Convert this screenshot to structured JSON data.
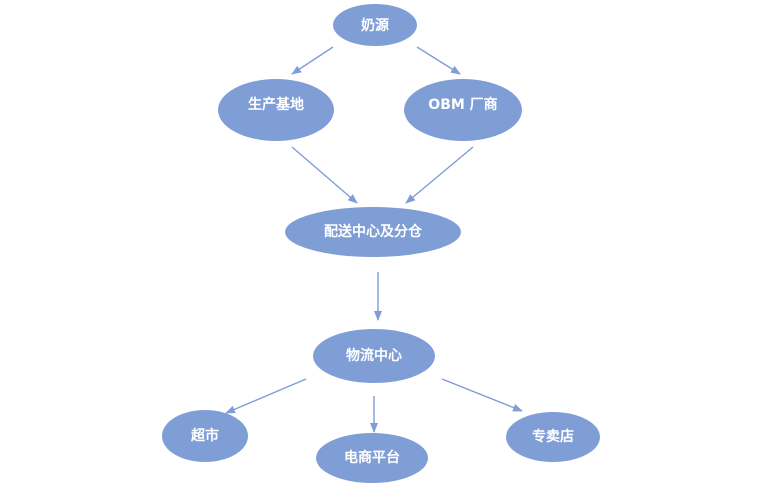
{
  "colors": {
    "node_fill": "#7f9ed6",
    "node_text": "#ffffff",
    "edge": "#7f9ed6",
    "background": "#ffffff"
  },
  "nodes": {
    "milk_source": {
      "label": "奶源"
    },
    "production_base": {
      "label": "生产基地"
    },
    "obm_factory": {
      "label": "OBM 厂商"
    },
    "distribution_center": {
      "label": "配送中心及分仓"
    },
    "logistics_center": {
      "label": "物流中心"
    },
    "supermarket": {
      "label": "超市"
    },
    "ecommerce_platform": {
      "label": "电商平台"
    },
    "specialty_store": {
      "label": "专卖店"
    }
  },
  "edges": [
    {
      "from": "milk_source",
      "to": "production_base"
    },
    {
      "from": "milk_source",
      "to": "obm_factory"
    },
    {
      "from": "production_base",
      "to": "distribution_center"
    },
    {
      "from": "obm_factory",
      "to": "distribution_center"
    },
    {
      "from": "distribution_center",
      "to": "logistics_center"
    },
    {
      "from": "logistics_center",
      "to": "supermarket"
    },
    {
      "from": "logistics_center",
      "to": "ecommerce_platform"
    },
    {
      "from": "logistics_center",
      "to": "specialty_store"
    }
  ]
}
